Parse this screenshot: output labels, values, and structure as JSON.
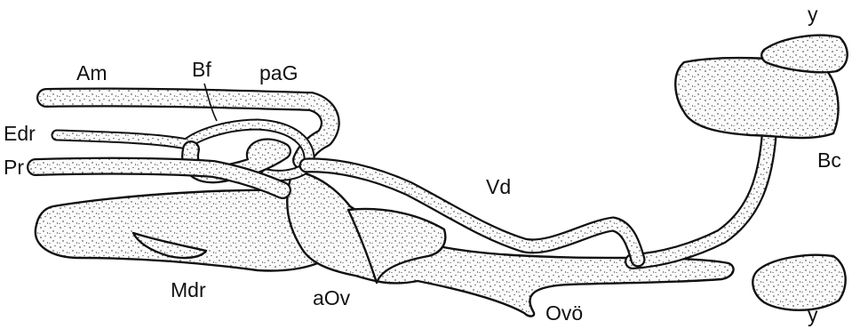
{
  "labels": {
    "am": "Am",
    "bf": "Bf",
    "pag": "paG",
    "edr": "Edr",
    "pr": "Pr",
    "vd": "Vd",
    "mdr": "Mdr",
    "aov": "aOv",
    "ovo": "Ovö",
    "bc": "Bc",
    "y_top": "y",
    "y_bottom": "y"
  }
}
